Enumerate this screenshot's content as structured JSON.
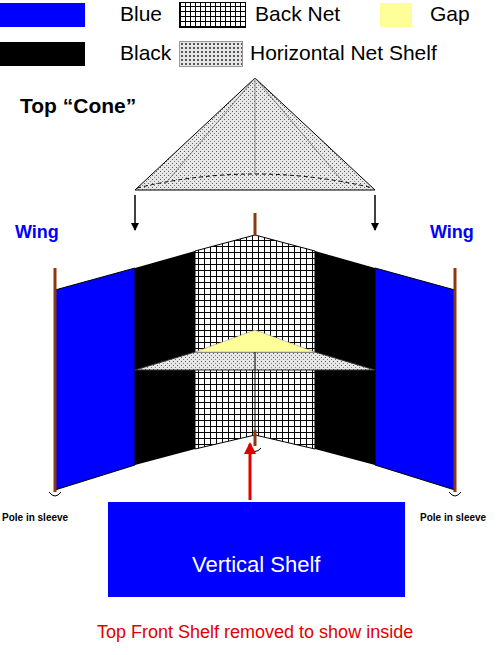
{
  "diagram": {
    "caption": "Top Front Shelf removed to show inside",
    "nodes": [
      {
        "text": [
          "Top “Cone”"
        ]
      },
      {
        "text": [
          "Vertical Shelf"
        ]
      }
    ],
    "labels": [
      "Wing",
      "Wing",
      "Pole in sleeve",
      "Pole in sleeve"
    ],
    "legend": [
      {
        "text": "Blue",
        "color": "#0000ff"
      },
      {
        "text": "Back Net"
      },
      {
        "text": "Gap",
        "color": "#ffff99"
      },
      {
        "text": "Black",
        "color": "#000000"
      },
      {
        "text": "Horizontal Net Shelf"
      }
    ]
  }
}
